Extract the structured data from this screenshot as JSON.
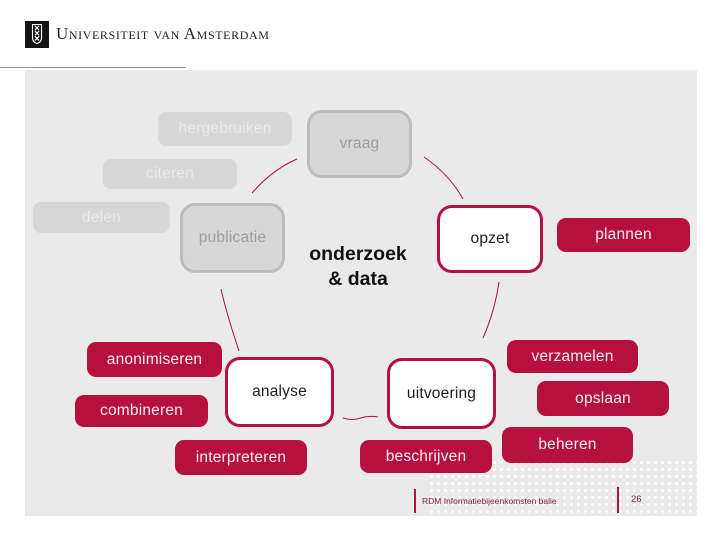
{
  "colors": {
    "accent_red": "#b5103e",
    "inactive_gray": "#d7d7d7",
    "content_background": "#eaeaea",
    "footer_text": "#7d2741"
  },
  "header": {
    "university_name": "Universiteit van Amsterdam",
    "logo_icon": "uva-crest-icon"
  },
  "diagram": {
    "center": {
      "line1": "onderzoek",
      "line2": "& data"
    },
    "phases": {
      "vraag": "vraag",
      "opzet": "opzet",
      "uitvoering": "uitvoering",
      "analyse": "analyse",
      "publicatie": "publicatie"
    },
    "activities": {
      "plannen": "plannen",
      "verzamelen": "verzamelen",
      "opslaan": "opslaan",
      "beheren": "beheren",
      "beschrijven": "beschrijven",
      "interpreteren": "interpreteren",
      "combineren": "combineren",
      "anonimiseren": "anonimiseren",
      "hergebruiken": "hergebruiken",
      "citeren": "citeren",
      "delen": "delen"
    }
  },
  "footer": {
    "label": "RDM Informatiebijeenkomsten balie",
    "page_number": "26"
  }
}
